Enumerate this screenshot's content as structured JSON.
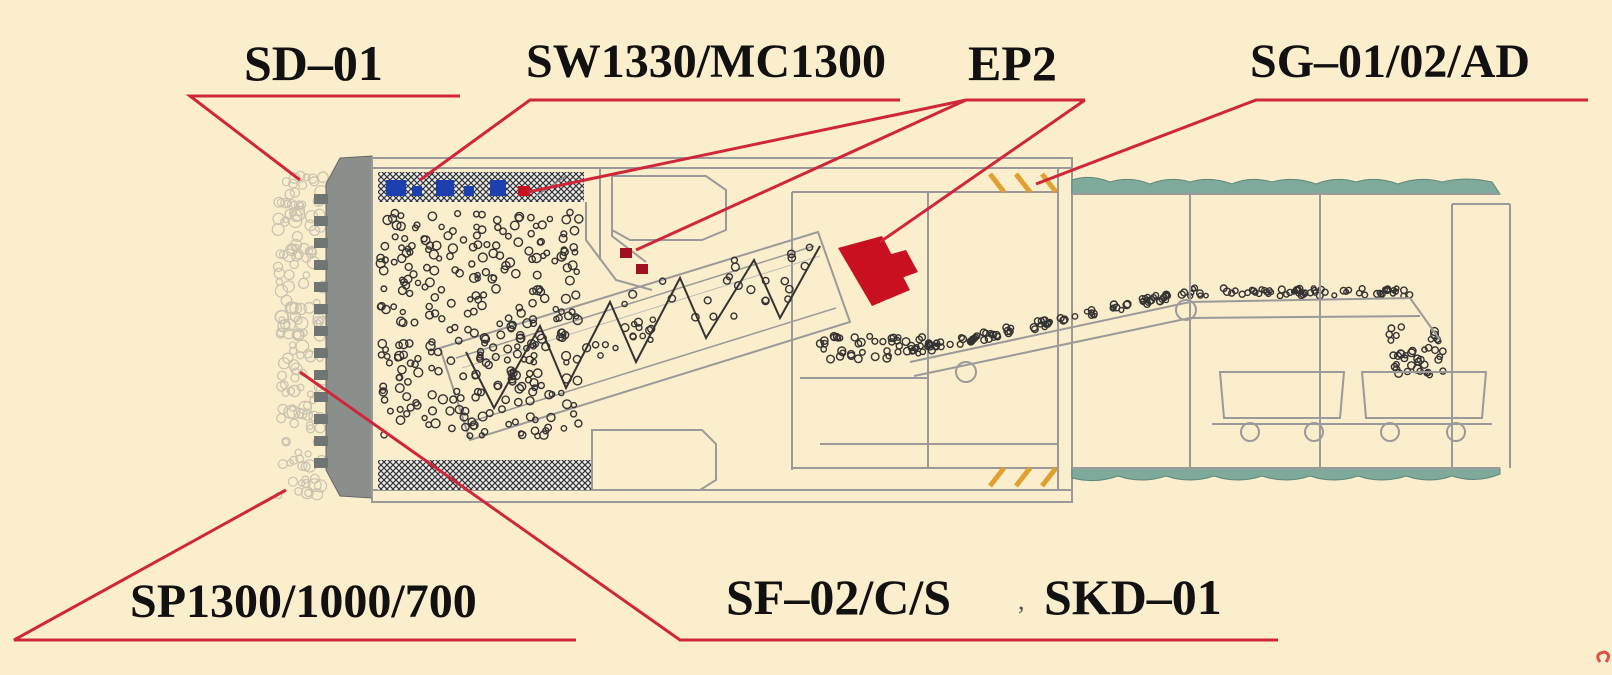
{
  "labels": {
    "sd01": "SD–01",
    "sw": "SW1330/MC1300",
    "ep2": "EP2",
    "sg": "SG–01/02/AD",
    "sp": "SP1300/1000/700",
    "sf": "SF–02/C/S",
    "comma": ",",
    "skd": "SKD–01"
  },
  "colors": {
    "background": "#fbeecd",
    "leader": "#d0263a",
    "cutterhead": "#8a8f8c",
    "seal_blue": "#1e3fae",
    "motor_red": "#c81020",
    "lining": "#7fa99a",
    "grout": "#e0a030",
    "outline": "#9a9a9a"
  }
}
